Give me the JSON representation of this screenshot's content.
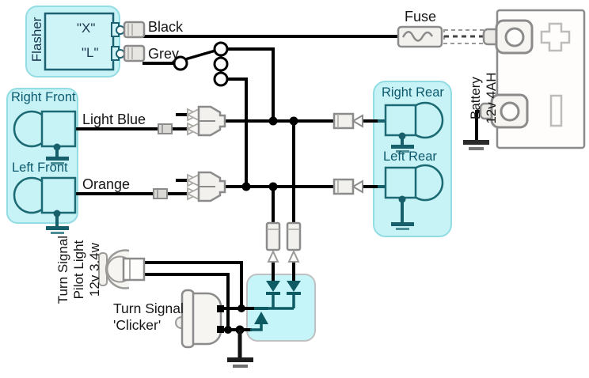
{
  "colors": {
    "panel_fill": "#c7f2f6",
    "panel_border": "#92dce3",
    "lamp_outline": "#1b6a74",
    "diode_teal": "#0f5b64",
    "wire_black": "#000000",
    "component_gray": "#8b8b8b",
    "label_teal": "#0d5a6e",
    "label_navy": "#1c3850"
  },
  "flasher": {
    "name": "Flasher",
    "terminal_x": "\"X\"",
    "terminal_l": "\"L\""
  },
  "wires": {
    "black": "Black",
    "grey": "Grey",
    "light_blue": "Light Blue",
    "orange": "Orange"
  },
  "fuse": {
    "label": "Fuse"
  },
  "battery": {
    "line1": "Battery",
    "line2": "12v 4AH"
  },
  "lamps": {
    "right_front": "Right Front",
    "left_front": "Left Front",
    "right_rear": "Right Rear",
    "left_rear": "Left Rear"
  },
  "pilot_light": {
    "line1": "Turn Signal",
    "line2": "Pilot Light",
    "line3": "12v 3.4w"
  },
  "clicker": {
    "line1": "Turn Signal",
    "line2": "'Clicker'"
  }
}
